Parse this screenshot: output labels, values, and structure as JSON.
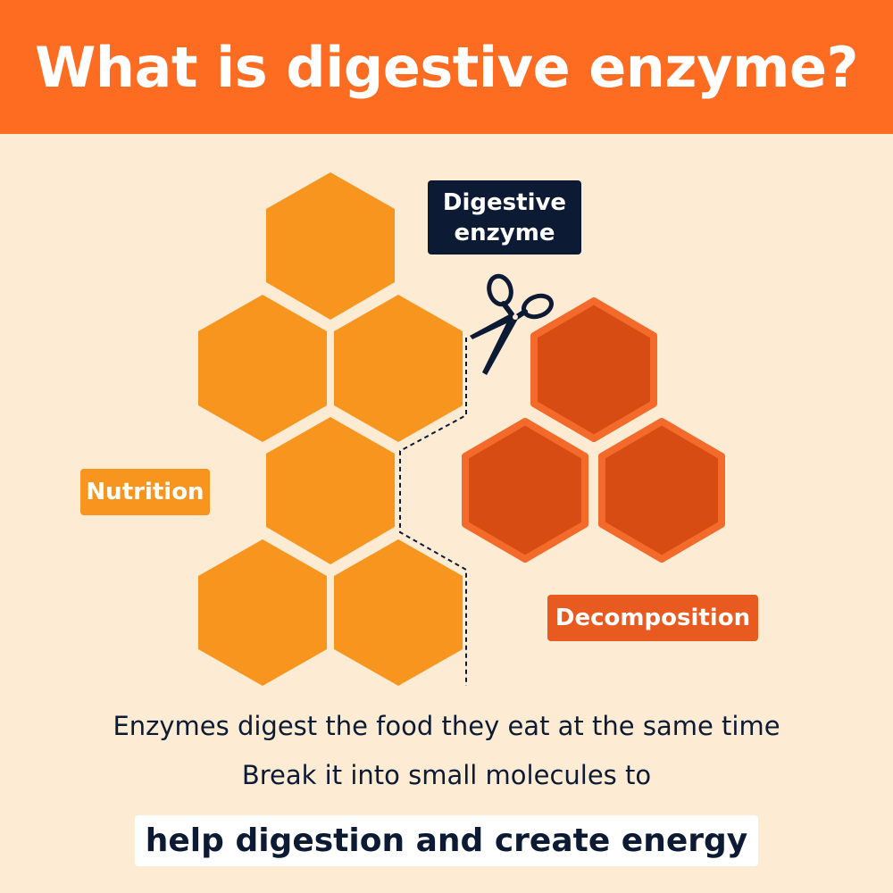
{
  "title": "What is digestive enzyme?",
  "labels": {
    "enzyme_line1": "Digestive",
    "enzyme_line2": "enzyme",
    "nutrition": "Nutrition",
    "decomposition": "Decomposition"
  },
  "caption": {
    "line1": "Enzymes digest the food they eat at the same time",
    "line2": "Break it into small molecules to",
    "highlight": "help digestion and create energy"
  },
  "icons": {
    "cutter": "scissors-icon"
  },
  "colors": {
    "header": "#fe6c22",
    "background": "#fdebd3",
    "nutrition_hex": "#f7951f",
    "decomposition_hex": "#d64c12",
    "decomposition_border": "#f36a2a",
    "dark_navy": "#0c1a34"
  }
}
